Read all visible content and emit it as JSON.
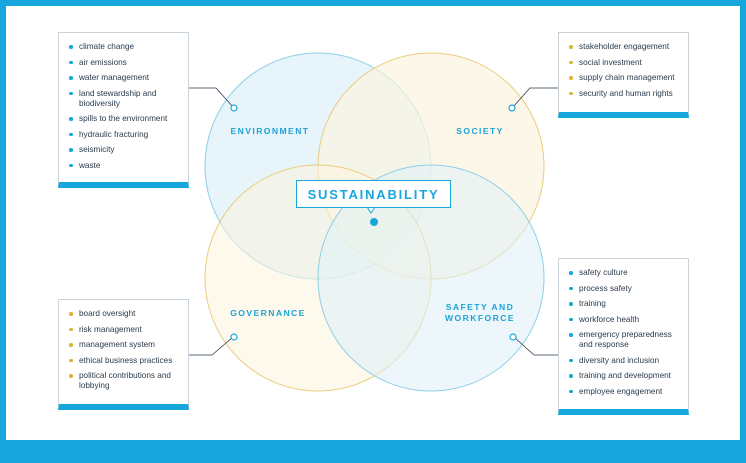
{
  "title": "SUSTAINABILITY",
  "colors": {
    "accent": "#17a7dc",
    "gold": "#e0b23c",
    "environment_fill": "#dff0f8",
    "society_fill": "#fbf4df",
    "text": "#2a3b4c"
  },
  "circles": {
    "environment": "ENVIRONMENT",
    "society": "SOCIETY",
    "governance": "GOVERNANCE",
    "safety_line1": "SAFETY AND",
    "safety_line2": "WORKFORCE"
  },
  "environment_items": [
    "climate change",
    "air emissions",
    "water management",
    "land stewardship and biodiversity",
    "spills to the environment",
    "hydraulic fracturing",
    "seismicity",
    "waste"
  ],
  "society_items": [
    "stakeholder engagement",
    "social investment",
    "supply chain management",
    "security and human rights"
  ],
  "governance_items": [
    "board oversight",
    "risk management",
    "management system",
    "ethical business practices",
    "political contributions and lobbying"
  ],
  "safety_items": [
    "safety culture",
    "process safety",
    "training",
    "workforce health",
    "emergency preparedness and response",
    "diversity and inclusion",
    "training and development",
    "employee engagement"
  ]
}
